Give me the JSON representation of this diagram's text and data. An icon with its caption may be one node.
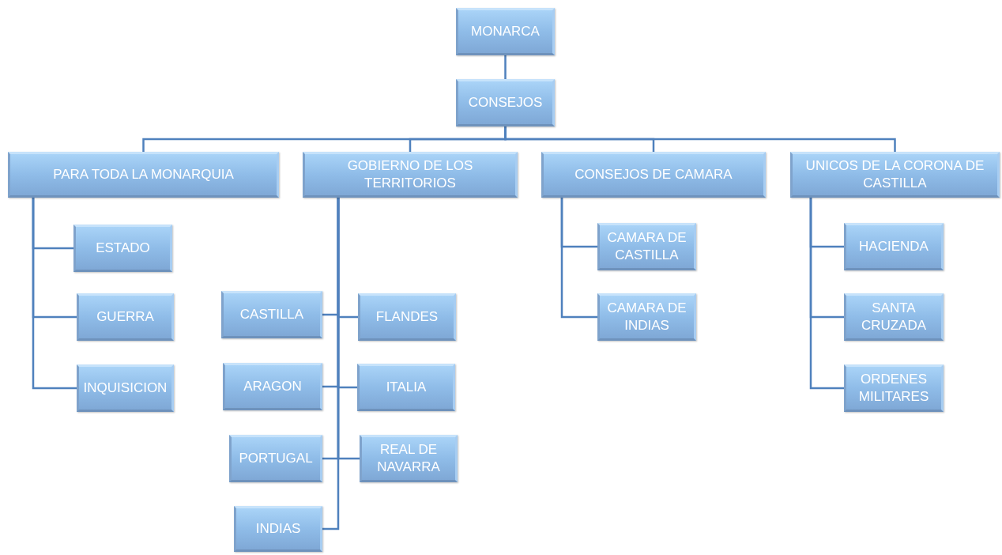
{
  "diagram": {
    "nodes": [
      {
        "text": [
          "MONARCA"
        ]
      },
      {
        "text": [
          "CONSEJOS"
        ]
      },
      {
        "text": [
          "PARA TODA LA MONARQUIA"
        ]
      },
      {
        "text": [
          "GOBIERNO DE LOS TERRITORIOS"
        ]
      },
      {
        "text": [
          "CONSEJOS DE CAMARA"
        ]
      },
      {
        "text": [
          "UNICOS DE LA CORONA DE CASTILLA"
        ]
      },
      {
        "text": [
          "ESTADO"
        ]
      },
      {
        "text": [
          "GUERRA"
        ]
      },
      {
        "text": [
          "INQUISICION"
        ]
      },
      {
        "text": [
          "CASTILLA"
        ]
      },
      {
        "text": [
          "FLANDES"
        ]
      },
      {
        "text": [
          "ARAGON"
        ]
      },
      {
        "text": [
          "ITALIA"
        ]
      },
      {
        "text": [
          "PORTUGAL"
        ]
      },
      {
        "text": [
          "REAL DE NAVARRA"
        ]
      },
      {
        "text": [
          "INDIAS"
        ]
      },
      {
        "text": [
          "CAMARA DE CASTILLA"
        ]
      },
      {
        "text": [
          "CAMARA DE INDIAS"
        ]
      },
      {
        "text": [
          "HACIENDA"
        ]
      },
      {
        "text": [
          "SANTA CRUZADA"
        ]
      },
      {
        "text": [
          "ORDENES MILITARES"
        ]
      }
    ],
    "edges": [
      {
        "from": 0,
        "to": 1,
        "arrow": "none"
      },
      {
        "from": 1,
        "to": 2,
        "arrow": "none"
      },
      {
        "from": 1,
        "to": 3,
        "arrow": "none"
      },
      {
        "from": 1,
        "to": 4,
        "arrow": "none"
      },
      {
        "from": 1,
        "to": 5,
        "arrow": "none"
      },
      {
        "from": 2,
        "to": 6,
        "arrow": "none"
      },
      {
        "from": 2,
        "to": 7,
        "arrow": "none"
      },
      {
        "from": 2,
        "to": 8,
        "arrow": "none"
      },
      {
        "from": 3,
        "to": 9,
        "arrow": "none"
      },
      {
        "from": 3,
        "to": 10,
        "arrow": "none"
      },
      {
        "from": 3,
        "to": 11,
        "arrow": "none"
      },
      {
        "from": 3,
        "to": 12,
        "arrow": "none"
      },
      {
        "from": 3,
        "to": 13,
        "arrow": "none"
      },
      {
        "from": 3,
        "to": 14,
        "arrow": "none"
      },
      {
        "from": 3,
        "to": 15,
        "arrow": "none"
      },
      {
        "from": 4,
        "to": 16,
        "arrow": "none"
      },
      {
        "from": 4,
        "to": 17,
        "arrow": "none"
      },
      {
        "from": 5,
        "to": 18,
        "arrow": "none"
      },
      {
        "from": 5,
        "to": 19,
        "arrow": "none"
      },
      {
        "from": 5,
        "to": 20,
        "arrow": "none"
      }
    ]
  }
}
